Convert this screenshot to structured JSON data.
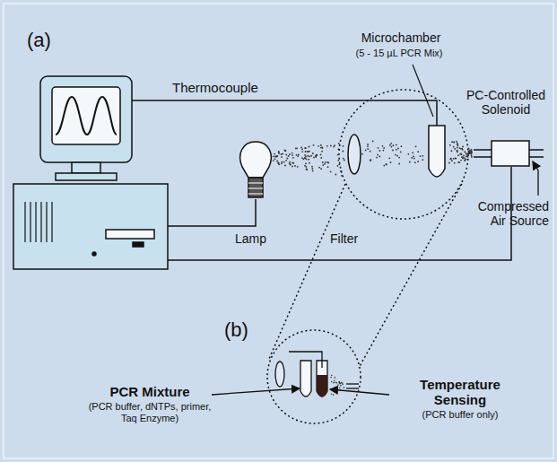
{
  "diagram": {
    "labels": [
      "(a)",
      "Thermocouple",
      "Microchamber",
      "(5 - 15 µL PCR Mix)",
      "PC-Controlled Solenoid",
      "Compressed Air Source",
      "Lamp",
      "Filter",
      "(b)",
      "PCR Mixture",
      "(PCR buffer, dNTPs, primer, Taq Enzyme)",
      "Temperature Sensing",
      "(PCR buffer only)"
    ]
  }
}
